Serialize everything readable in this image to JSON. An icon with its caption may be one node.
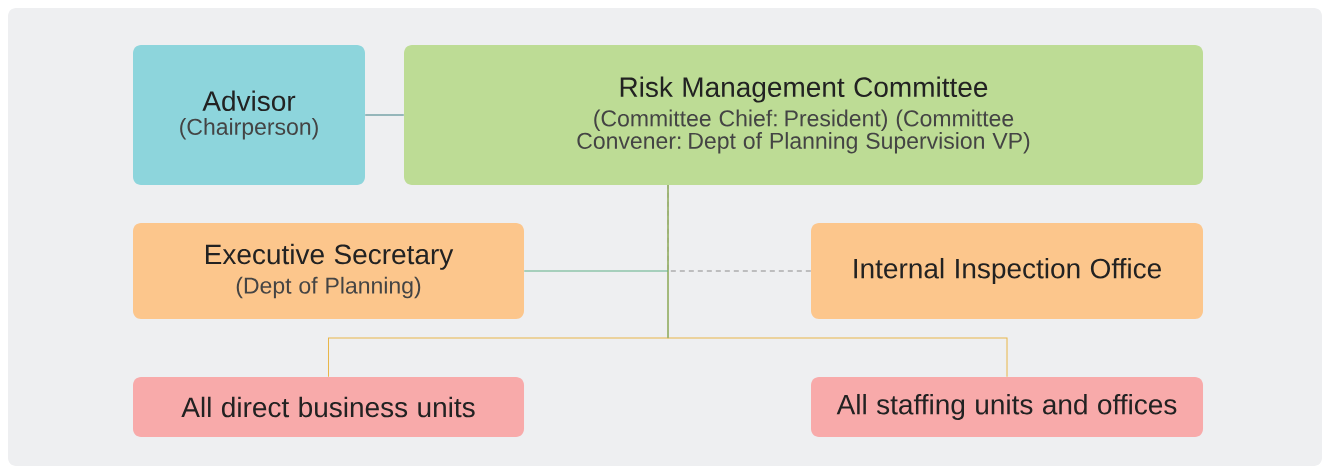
{
  "diagram": {
    "nodes": [
      {
        "text": [
          "Advisor",
          "(Chairperson)"
        ]
      },
      {
        "text": [
          "Risk Management Committee",
          "(Committee Chief: President) (Committee Convener: Dept of Planning Supervision VP)"
        ]
      },
      {
        "text": [
          "Executive Secretary",
          "(Dept of Planning)"
        ]
      },
      {
        "text": [
          "Internal Inspection Office"
        ]
      },
      {
        "text": [
          "All direct business units"
        ]
      },
      {
        "text": [
          "All staffing units and offices"
        ]
      }
    ],
    "edges": [
      {
        "from": 0,
        "to": 1,
        "arrow": "none",
        "color": "#3d7f84"
      },
      {
        "from": 1,
        "to": 4,
        "arrow": "none",
        "color": "#e8b64a"
      },
      {
        "from": 1,
        "to": 5,
        "arrow": "none",
        "color": "#e8b64a"
      },
      {
        "from": 2,
        "to": 1,
        "arrow": "none",
        "color": "#5faf87"
      },
      {
        "from": 3,
        "to": 1,
        "arrow": "none",
        "style": "dashed",
        "color": "#8c8c8c"
      }
    ]
  }
}
